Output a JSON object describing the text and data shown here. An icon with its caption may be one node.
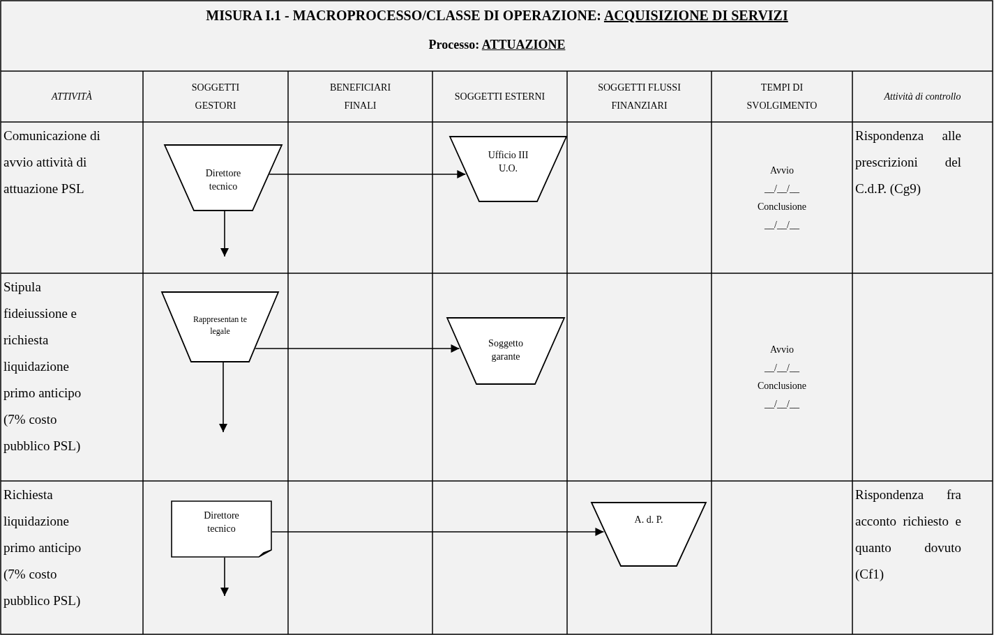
{
  "diagram": {
    "title": "MISURA I.1 - MACROPROCESSO/CLASSE DI OPERAZIONE: ACQUISIZIONE DI SERVIZI",
    "nodes": [
      {
        "text": [
          "Direttore tecnico"
        ]
      },
      {
        "text": [
          "Ufficio III U.O."
        ]
      },
      {
        "text": [
          "Rappresentan te legale"
        ]
      },
      {
        "text": [
          "Soggetto garante"
        ]
      },
      {
        "text": [
          "Direttore tecnico"
        ]
      },
      {
        "text": [
          "A. d. P."
        ]
      }
    ],
    "edges": [
      {
        "from": 0,
        "to": 1,
        "arrow": "to"
      },
      {
        "from": 0,
        "to": null,
        "arrow": "to"
      },
      {
        "from": 2,
        "to": 3,
        "arrow": "to"
      },
      {
        "from": 2,
        "to": null,
        "arrow": "to"
      },
      {
        "from": 4,
        "to": 5,
        "arrow": "to"
      },
      {
        "from": 4,
        "to": null,
        "arrow": "to"
      }
    ],
    "labels": [
      "Processo: ATTUAZIONE",
      "ATTIVITÀ",
      "SOGGETTI GESTORI",
      "BENEFICIARI FINALI",
      "SOGGETTI ESTERNI",
      "SOGGETTI FLUSSI FINANZIARI",
      "TEMPI DI SVOLGIMENTO",
      "Attività di controllo",
      "Comunicazione di avvio attività di attuazione PSL",
      "Avvio",
      "__/__/__",
      "Conclusione",
      "__/__/__",
      "Rispondenza alle prescrizioni del C.d.P. (Cg9)",
      "Stipula fideiussione e richiesta liquidazione primo anticipo (7% costo pubblico PSL)",
      "Avvio",
      "__/__/__",
      "Conclusione",
      "__/__/__",
      "Richiesta liquidazione primo anticipo (7% costo pubblico PSL)",
      "Rispondenza fra acconto richiesto e quanto dovuto (Cf1)"
    ]
  }
}
